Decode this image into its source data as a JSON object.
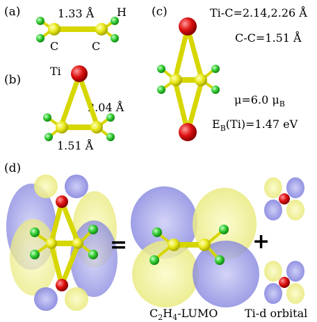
{
  "panels": {
    "a": {
      "tag": "(a)",
      "bond_label": "1.33 Å",
      "atom_h": "H",
      "atom_c1": "C",
      "atom_c2": "C"
    },
    "b": {
      "tag": "(b)",
      "atom_ti": "Ti",
      "ti_c_label": "2.04 Å",
      "c_c_label": "1.51 Å"
    },
    "c": {
      "tag": "(c)",
      "ti_c_prefix": "Ti-C=",
      "ti_c_values": "2.14,2.26 Å",
      "c_c_line": "C-C=1.51 Å",
      "mu_prefix": "μ=6.0 μ",
      "mu_sub": "B",
      "eb_prefix": "E",
      "eb_sub": "B",
      "eb_rest": "(Ti)=1.47 eV"
    },
    "d": {
      "tag": "(d)",
      "equals": "=",
      "plus": "+",
      "lumo_c": "C",
      "lumo_sub2": "2",
      "lumo_h": "H",
      "lumo_sub4": "4",
      "lumo_rest": "-LUMO",
      "tid_label": "Ti-d orbital"
    }
  },
  "colors": {
    "carbon": "#e8e81a",
    "hydrogen": "#33cc33",
    "titanium": "#dd1111",
    "lobe_yellow": "#f0f07a",
    "lobe_blue": "#7a7ae6"
  }
}
